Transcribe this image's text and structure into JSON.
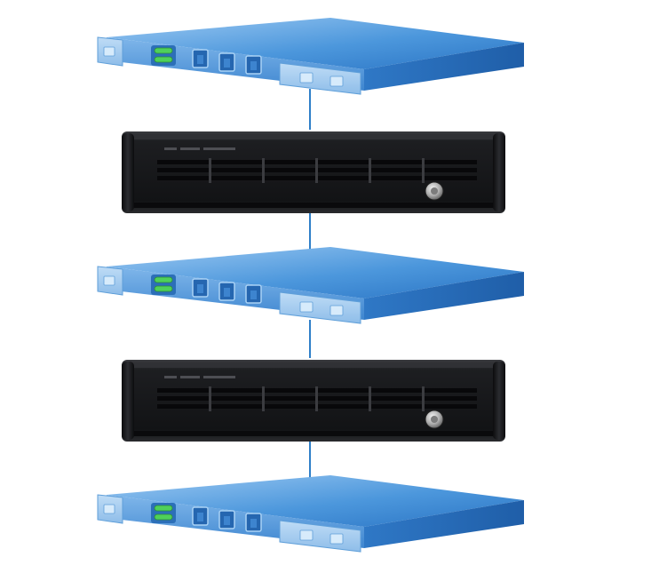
{
  "diagram": {
    "devices": [
      {
        "kind": "rack-switch",
        "color": "#3f8fd8"
      },
      {
        "kind": "rack-server",
        "color": "#1b1b1d"
      },
      {
        "kind": "rack-switch",
        "color": "#3f8fd8"
      },
      {
        "kind": "rack-server",
        "color": "#1b1b1d"
      },
      {
        "kind": "rack-switch",
        "color": "#3f8fd8"
      }
    ],
    "connector_color": "#2f7fc8",
    "port_status_color": "#4fd05a",
    "server_brand_text": ""
  }
}
